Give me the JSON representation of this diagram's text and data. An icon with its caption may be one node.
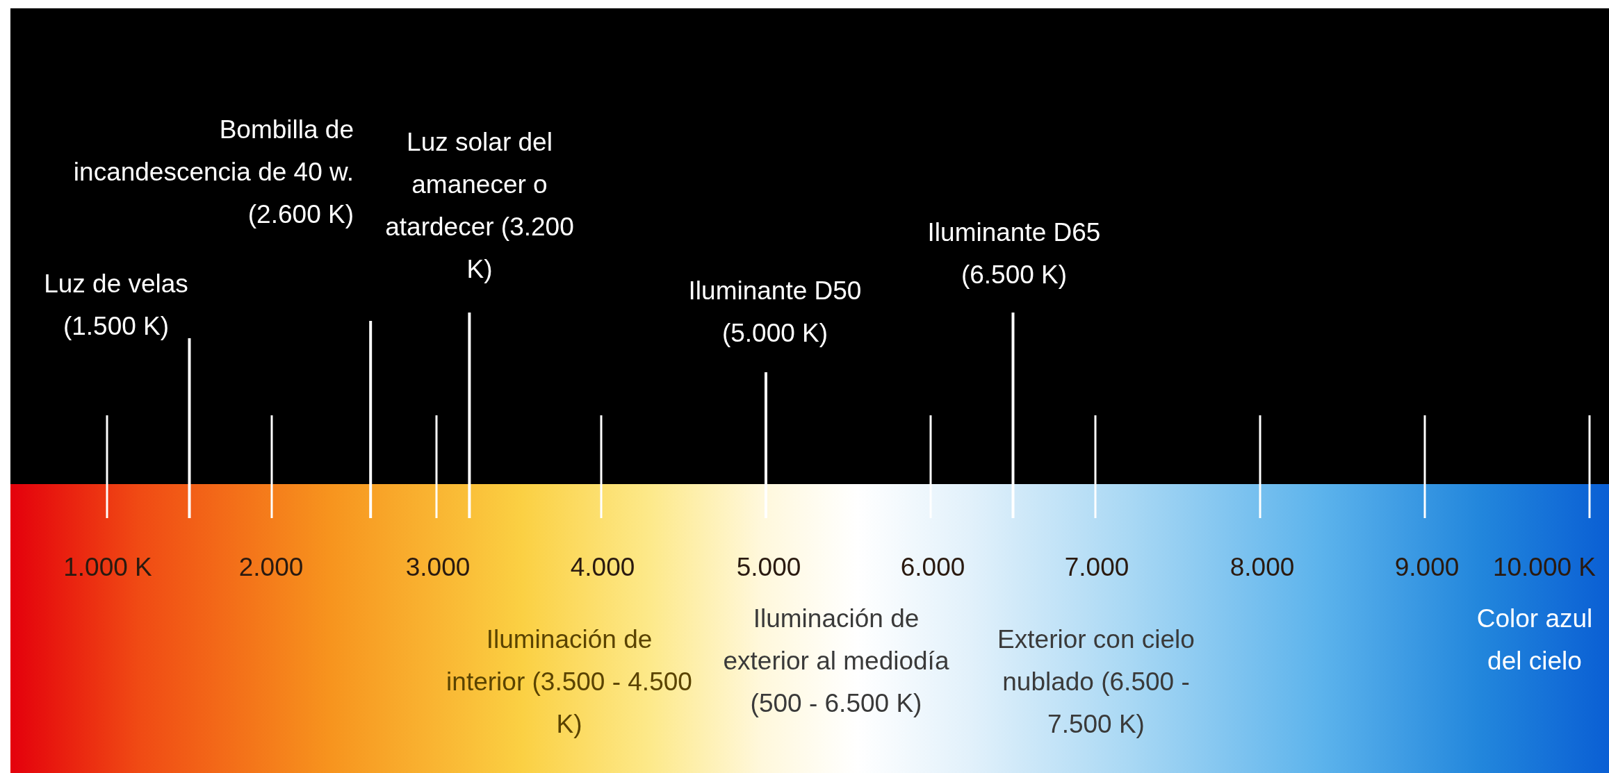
{
  "diagram": {
    "labels": [
      "Bombilla de incandescencia de 40 w. (2.600 K)",
      "Luz solar del amanecer o atardecer (3.200 K)",
      "Iluminante D65 (6.500 K)",
      "Luz de velas (1.500 K)",
      "Iluminante D50 (5.000 K)",
      "1.000 K",
      "2.000",
      "3.000",
      "4.000",
      "5.000",
      "6.000",
      "7.000",
      "8.000",
      "9.000",
      "10.000 K",
      "Iluminación de exterior al mediodía (500 - 6.500 K)",
      "Color azul del cielo",
      "Iluminación de interior (3.500 - 4.500 K)",
      "Exterior con cielo nublado (6.500 - 7.500 K)"
    ]
  }
}
